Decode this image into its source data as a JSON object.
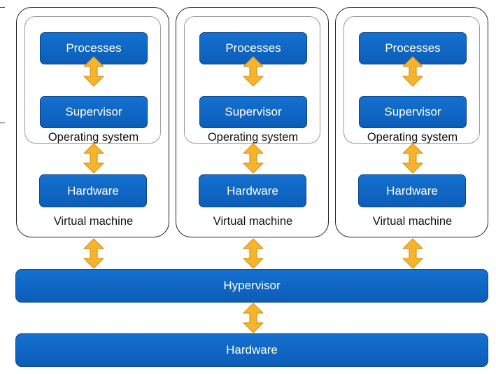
{
  "virtual_machines": [
    {
      "processes": "Processes",
      "supervisor": "Supervisor",
      "os_label": "Operating system",
      "hardware": "Hardware",
      "vm_label": "Virtual machine"
    },
    {
      "processes": "Processes",
      "supervisor": "Supervisor",
      "os_label": "Operating system",
      "hardware": "Hardware",
      "vm_label": "Virtual machine"
    },
    {
      "processes": "Processes",
      "supervisor": "Supervisor",
      "os_label": "Operating system",
      "hardware": "Hardware",
      "vm_label": "Virtual machine"
    }
  ],
  "hypervisor": "Hypervisor",
  "physical_hardware": "Hardware",
  "colors": {
    "box_blue": "#0d63c4",
    "arrow_orange": "#f7b32b",
    "arrow_stroke": "#d9951a"
  }
}
